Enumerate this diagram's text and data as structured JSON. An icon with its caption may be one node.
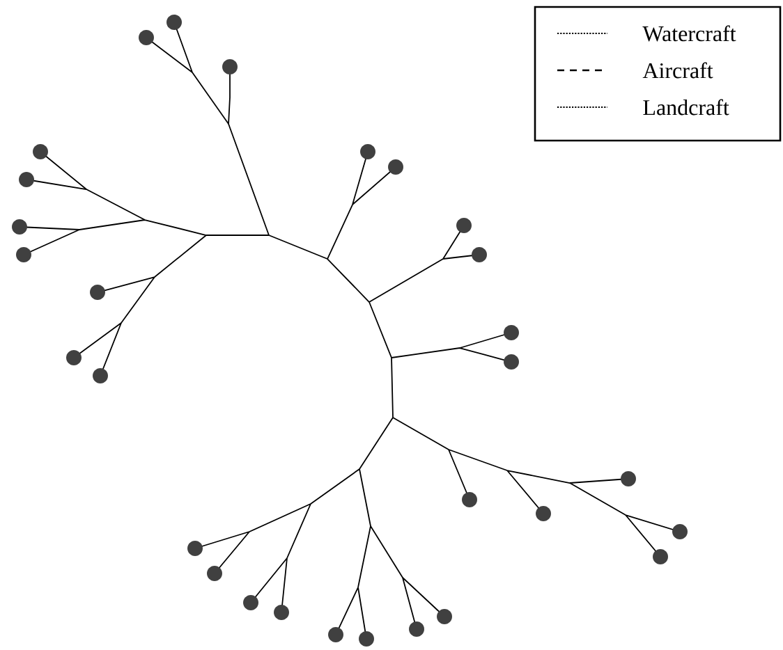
{
  "diagram": {
    "nodes": [
      {
        "text": [],
        "shape": "circle"
      },
      {
        "text": [],
        "shape": "circle"
      },
      {
        "text": [],
        "shape": "circle"
      },
      {
        "text": [],
        "shape": "circle"
      },
      {
        "text": [],
        "shape": "circle"
      },
      {
        "text": [],
        "shape": "circle"
      },
      {
        "text": [],
        "shape": "circle"
      },
      {
        "text": [],
        "shape": "circle"
      },
      {
        "text": [],
        "shape": "circle"
      },
      {
        "text": [],
        "shape": "circle"
      },
      {
        "text": [],
        "shape": "circle"
      },
      {
        "text": [],
        "shape": "circle"
      },
      {
        "text": [],
        "shape": "circle"
      },
      {
        "text": [],
        "shape": "circle"
      },
      {
        "text": [],
        "shape": "circle"
      },
      {
        "text": [],
        "shape": "circle"
      },
      {
        "text": [],
        "shape": "circle"
      },
      {
        "text": [],
        "shape": "circle"
      },
      {
        "text": [],
        "shape": "circle"
      },
      {
        "text": [],
        "shape": "circle"
      },
      {
        "text": [],
        "shape": "circle"
      },
      {
        "text": [],
        "shape": "circle"
      },
      {
        "text": [],
        "shape": "circle"
      },
      {
        "text": [],
        "shape": "circle"
      },
      {
        "text": [],
        "shape": "circle"
      },
      {
        "text": [],
        "shape": "circle"
      },
      {
        "text": [],
        "shape": "circle"
      },
      {
        "text": [],
        "shape": "circle"
      },
      {
        "text": [],
        "shape": "circle"
      }
    ],
    "legend": [
      {
        "text": "Watercraft"
      },
      {
        "text": "Aircraft"
      },
      {
        "text": "Landcraft"
      }
    ]
  }
}
